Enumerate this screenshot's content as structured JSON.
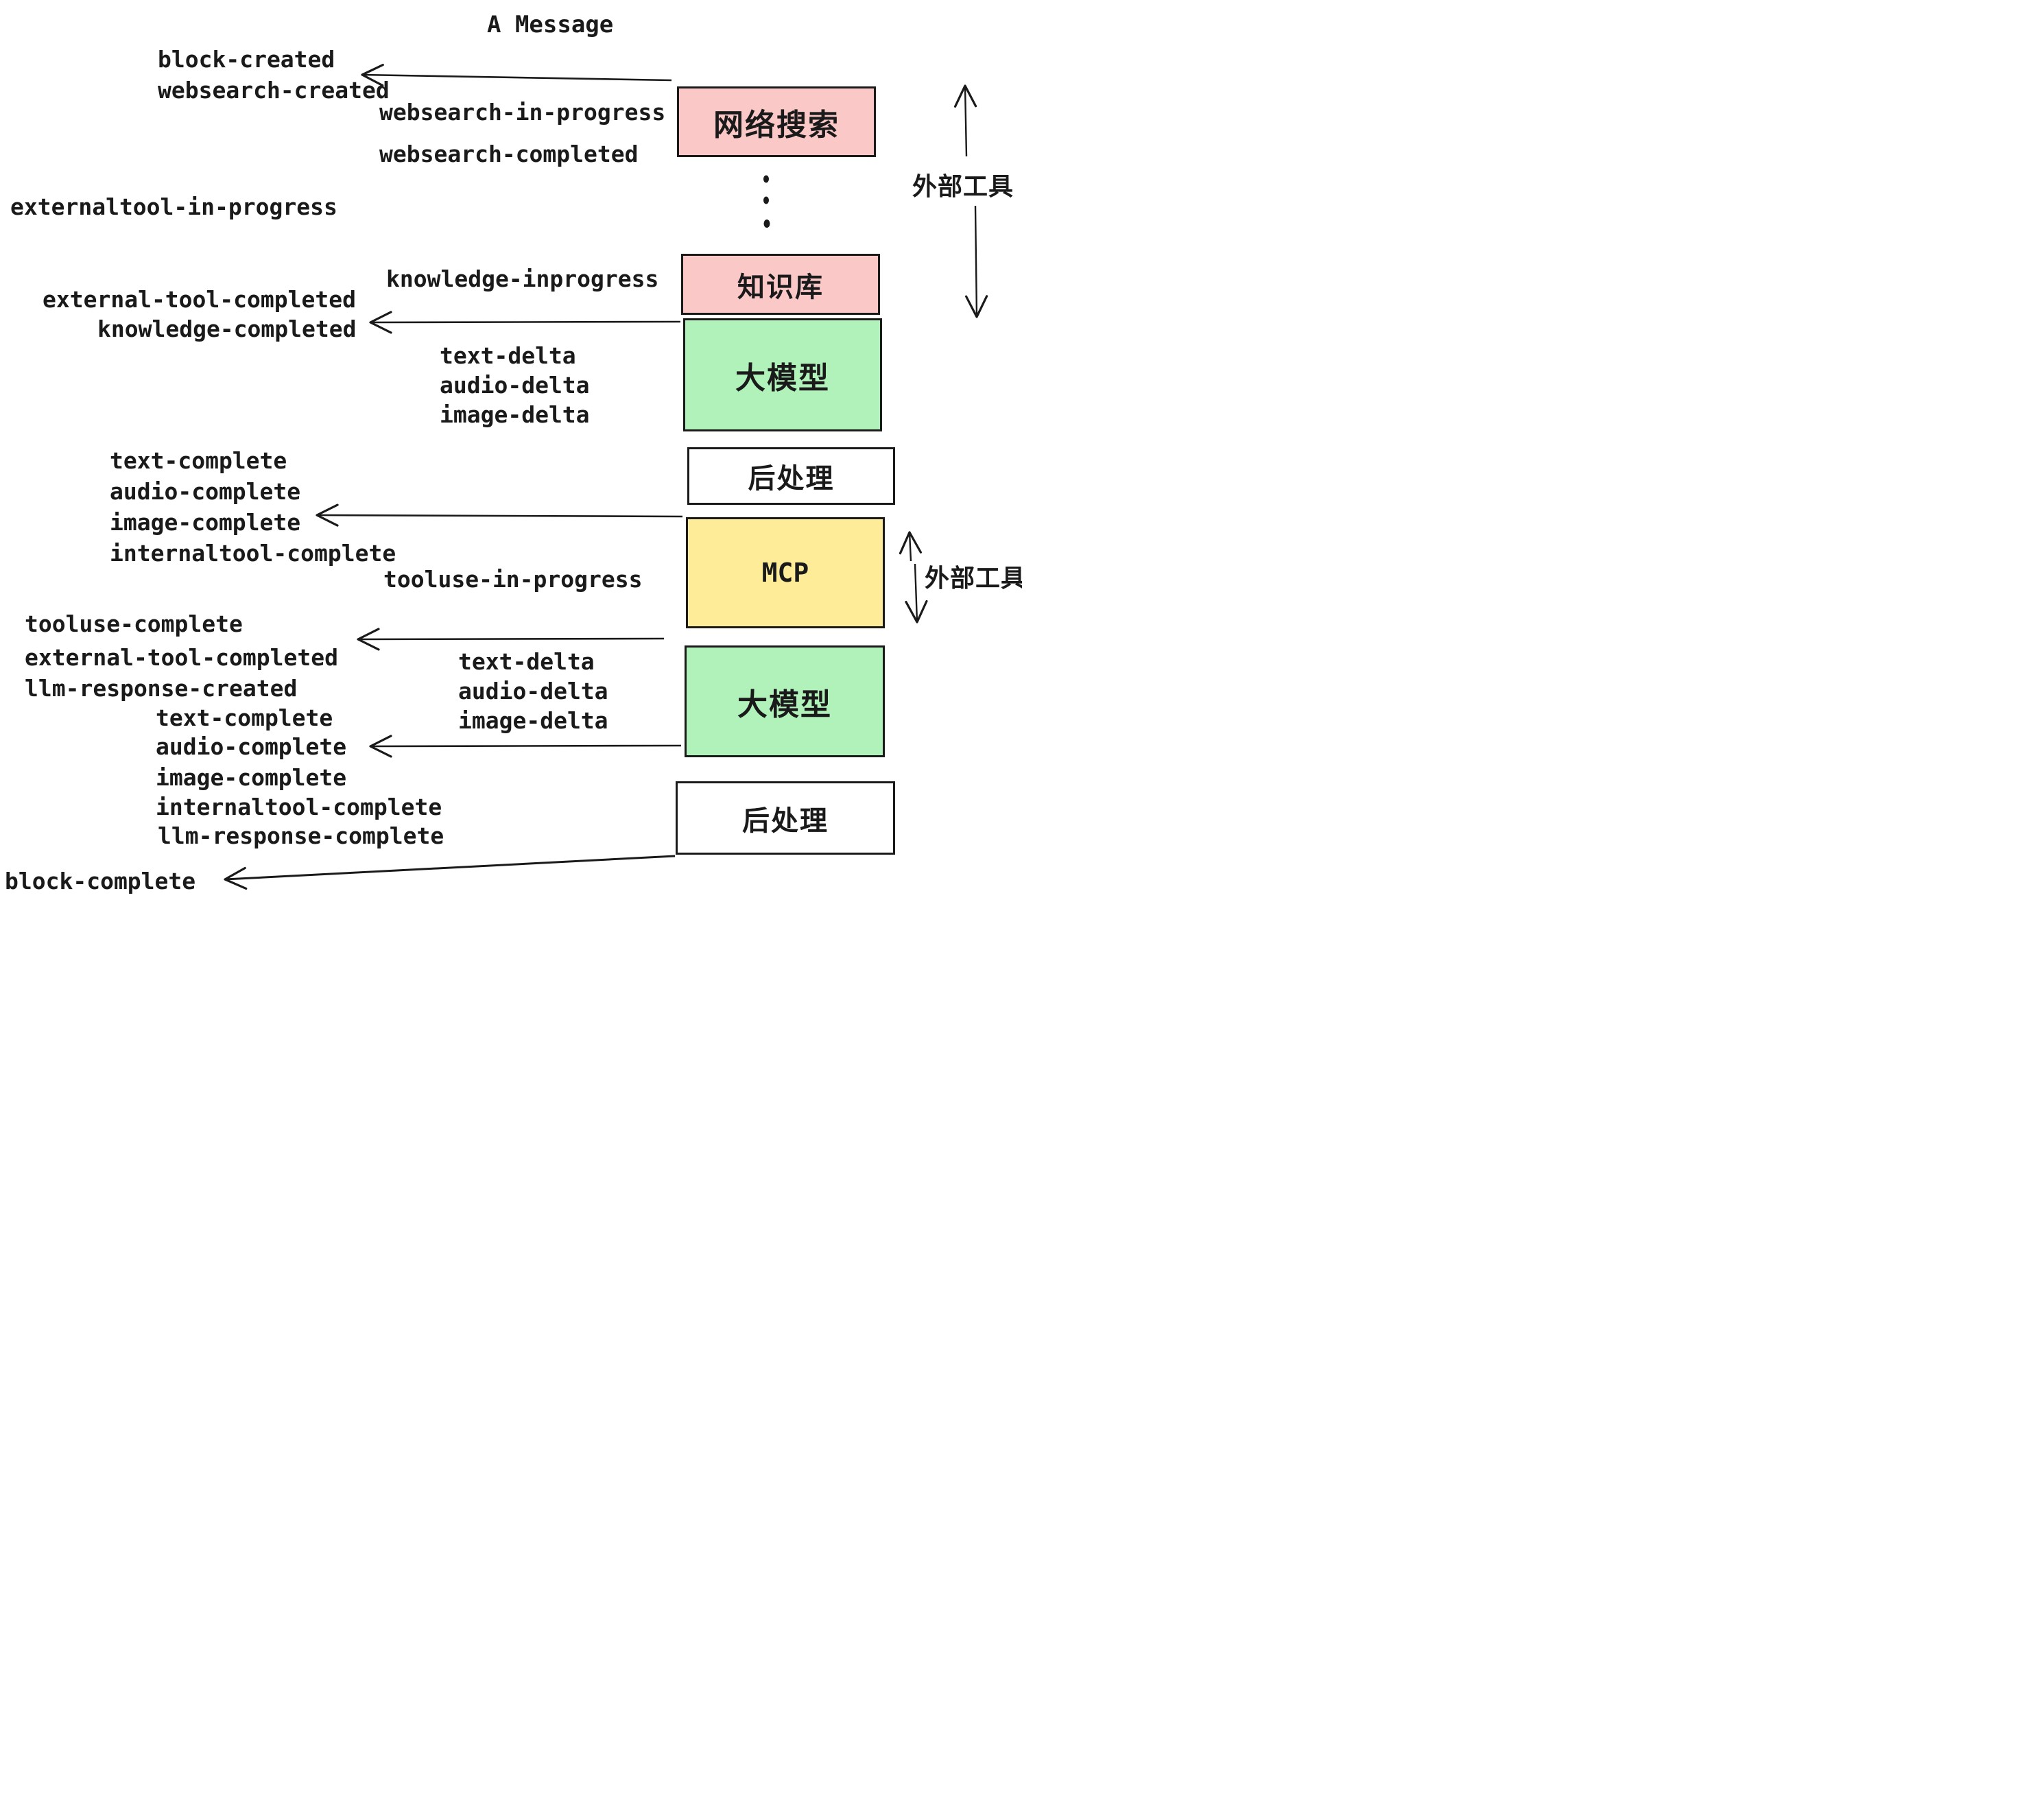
{
  "title": "A Message",
  "boxes": {
    "websearch": {
      "label": "网络搜索",
      "color": "#FBC8C8"
    },
    "knowledge": {
      "label": "知识库",
      "color": "#FBC8C8"
    },
    "llm1": {
      "label": "大模型",
      "color": "#B1F2BB"
    },
    "post1": {
      "label": "后处理",
      "color": "#FFFFFF"
    },
    "mcp": {
      "label": "MCP",
      "color": "#FFEC99"
    },
    "llm2": {
      "label": "大模型",
      "color": "#B1F2BB"
    },
    "post2": {
      "label": "后处理",
      "color": "#FFFFFF"
    }
  },
  "side_labels": {
    "external_tools_top": "外部工具",
    "external_tools_mid": "外部工具"
  },
  "events": {
    "block_created": "block-created",
    "websearch_created": "websearch-created",
    "websearch_in_progress": "websearch-in-progress",
    "websearch_completed": "websearch-completed",
    "externaltool_in_progress": "externaltool-in-progress",
    "knowledge_inprogress": "knowledge-inprogress",
    "external_tool_completed_1": "external-tool-completed",
    "knowledge_completed": "knowledge-completed",
    "text_delta_1": "text-delta",
    "audio_delta_1": "audio-delta",
    "image_delta_1": "image-delta",
    "text_complete_1": "text-complete",
    "audio_complete_1": "audio-complete",
    "image_complete_1": "image-complete",
    "internaltool_complete_1": "internaltool-complete",
    "tooluse_in_progress": "tooluse-in-progress",
    "tooluse_complete": "tooluse-complete",
    "external_tool_completed_2": "external-tool-completed",
    "llm_response_created": "llm-response-created",
    "text_complete_2": "text-complete",
    "audio_complete_2": "audio-complete",
    "text_delta_2": "text-delta",
    "audio_delta_2": "audio-delta",
    "image_delta_2": "image-delta",
    "image_complete_2": "image-complete",
    "internaltool_complete_2": "internaltool-complete",
    "llm_response_complete": "llm-response-complete",
    "block_complete": "block-complete"
  },
  "colors": {
    "stroke": "#1A1A1A",
    "pink": "#FBC8C8",
    "green": "#B1F2BB",
    "yellow": "#FFEC99",
    "background": "#FFFFFF"
  }
}
